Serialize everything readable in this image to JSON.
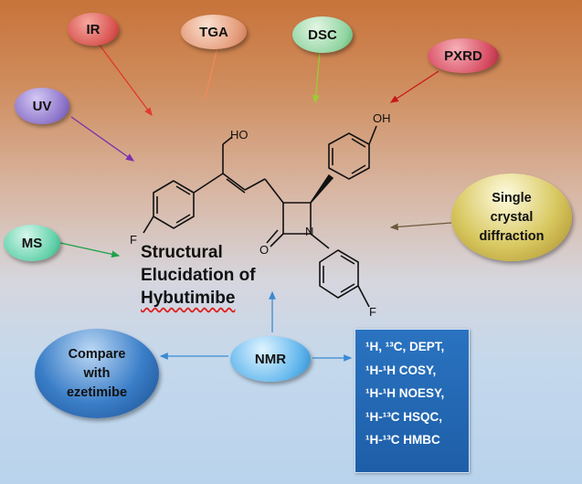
{
  "techniques": {
    "ir": "IR",
    "tga": "TGA",
    "dsc": "DSC",
    "pxrd": "PXRD",
    "uv": "UV",
    "ms": "MS",
    "single_crystal_line1": "Single",
    "single_crystal_line2": "crystal",
    "single_crystal_line3": "diffraction",
    "nmr": "NMR"
  },
  "compare": {
    "line1": "Compare",
    "line2": "with",
    "line3": "ezetimibe"
  },
  "title": {
    "line1": "Structural",
    "line2": "Elucidation of",
    "line3": "Hybutimibe"
  },
  "structure_labels": {
    "ho": "HO",
    "oh": "OH",
    "f_left": "F",
    "f_bottom": "F",
    "o": "O",
    "n": "N"
  },
  "nmr_experiments": [
    "¹H, ¹³C, DEPT,",
    "¹H-¹H COSY,",
    "¹H-¹H NOESY,",
    "¹H-¹³C HSQC,",
    "¹H-¹³C HMBC"
  ],
  "colors": {
    "ir_fill": "#d9534f",
    "tga_fill": "#e49a78",
    "dsc_fill": "#8fd4a0",
    "pxrd_fill": "#d64a60",
    "uv_fill": "#8a72c8",
    "ms_fill": "#5fd0a8",
    "single_crystal_fill": "#c9b84a",
    "nmr_fill": "#64b8ee",
    "compare_fill": "#1f62ad",
    "nmr_box_fill": "#2368b4"
  }
}
